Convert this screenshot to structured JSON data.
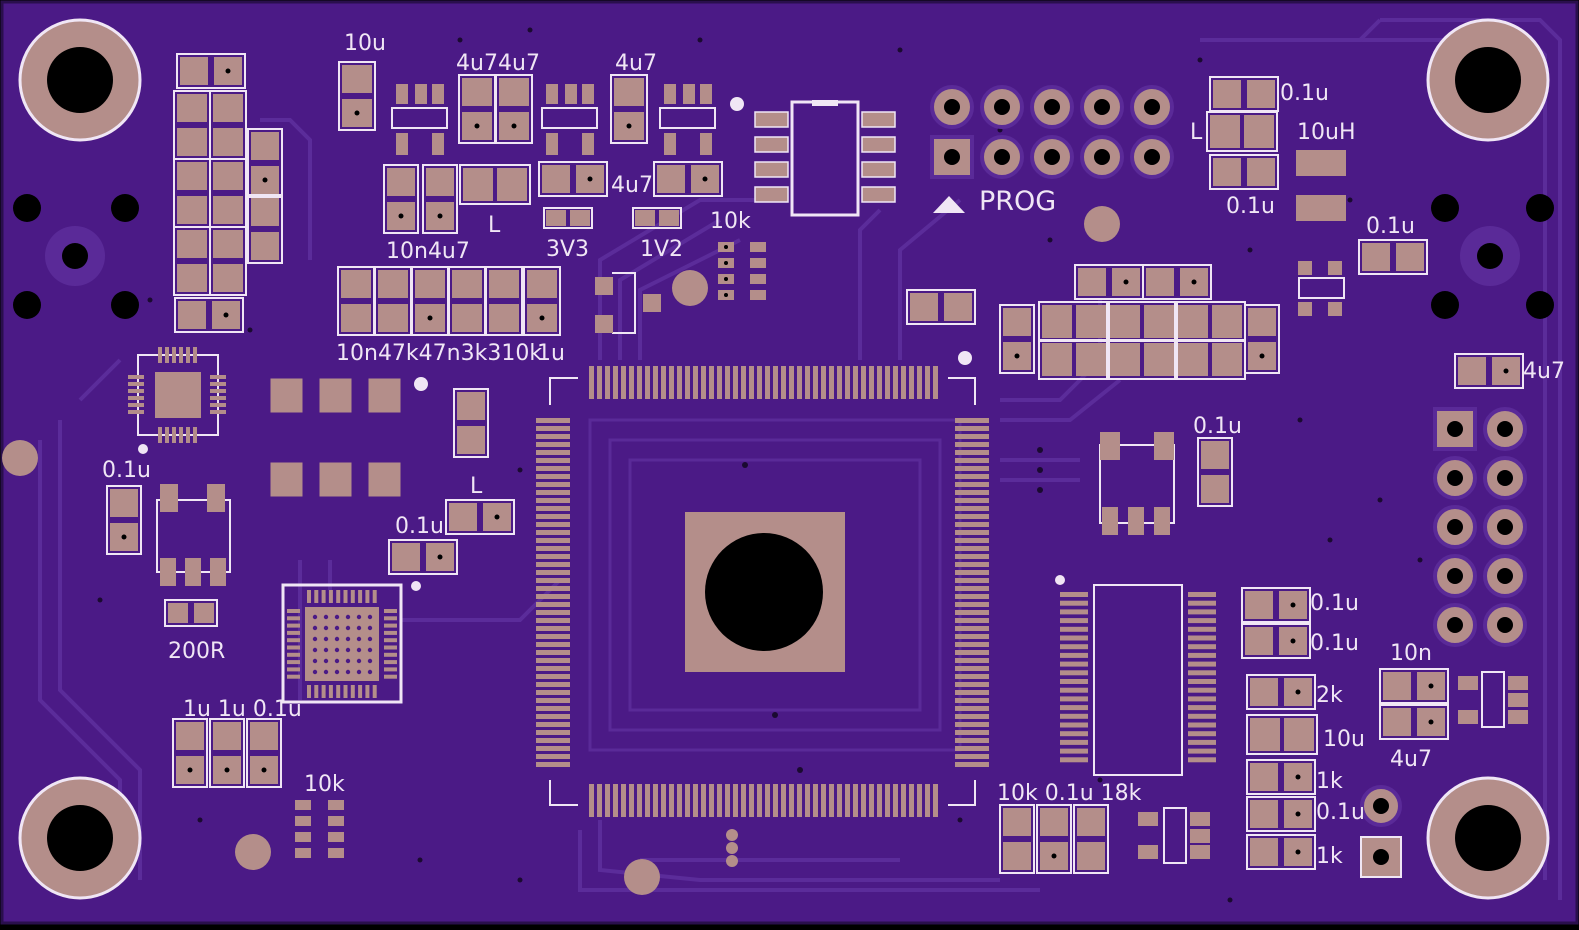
{
  "board": {
    "colors": {
      "soldermask": "#4b1a86",
      "copper_pad": "#b48e8a",
      "silkscreen": "#f0e6f5",
      "drill": "#000000",
      "trace": "#5a2a98"
    },
    "header_label": "PROG",
    "labels": {
      "c10u_top": "10u",
      "c4u7_a": "4u7",
      "c4u7_b": "4u7",
      "c4u7_c": "4u7",
      "c4u7_d": "4u7",
      "l_top": "L",
      "l_mid": "L",
      "l_right": "L",
      "r10k_top": "10k",
      "net_3v3": "3V3",
      "net_1v2": "1V2",
      "row1": "10n4u7",
      "row2": "10n47k47n3k310k",
      "row2_end": "1u",
      "c01_right_top": "0.1u",
      "c01_right_mid": "0.1u",
      "ind_10uh": "10uH",
      "c01_right_b": "0.1u",
      "c4u7_right": "4u7",
      "c01_left": "0.1u",
      "r200": "200R",
      "c01_mid": "0.1u",
      "c01_center_right": "0.1u",
      "c01_r1": "0.1u",
      "c01_r2": "0.1u",
      "c10n_right": "10n",
      "c4u7_bottom": "4u7",
      "r2k": "2k",
      "c10u_r": "10u",
      "r1k_a": "1k",
      "c01_r3": "0.1u",
      "r1k_b": "1k",
      "bottom_caps": "1u 1u 0.1u",
      "r10k_bottom": "10k",
      "bottom_mid_row": "10k 0.1u 18k"
    }
  }
}
